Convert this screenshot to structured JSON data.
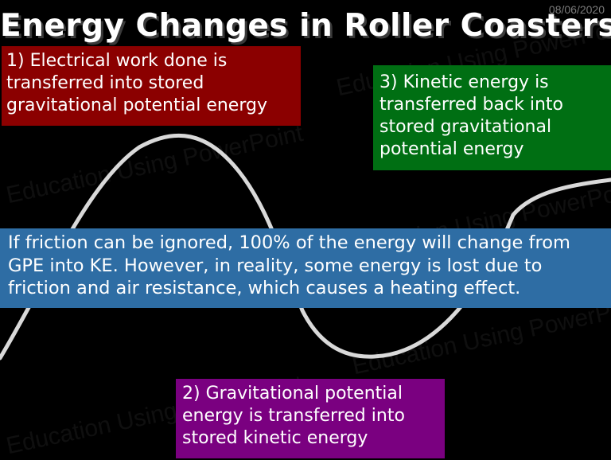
{
  "slide": {
    "date": "08/06/2020",
    "title": "Energy Changes in Roller Coasters",
    "boxes": {
      "step1": "1)  Electrical work done is transferred into stored gravitational potential energy",
      "step3": "3) Kinetic energy is transferred back into stored gravitational potential energy",
      "friction": "If friction can be ignored, 100% of the energy will change from GPE into KE.  However, in reality, some energy is lost due to friction and air resistance, which causes a heating effect.",
      "step2": "2) Gravitational potential energy is transferred into stored kinetic energy"
    },
    "watermark": "Education Using PowerPoint"
  },
  "colors": {
    "background": "#000000",
    "track": "#d9d9d9",
    "box1": "#8b0000",
    "box2": "#7a0080",
    "box3": "#006f13",
    "friction": "#2e6da4"
  }
}
